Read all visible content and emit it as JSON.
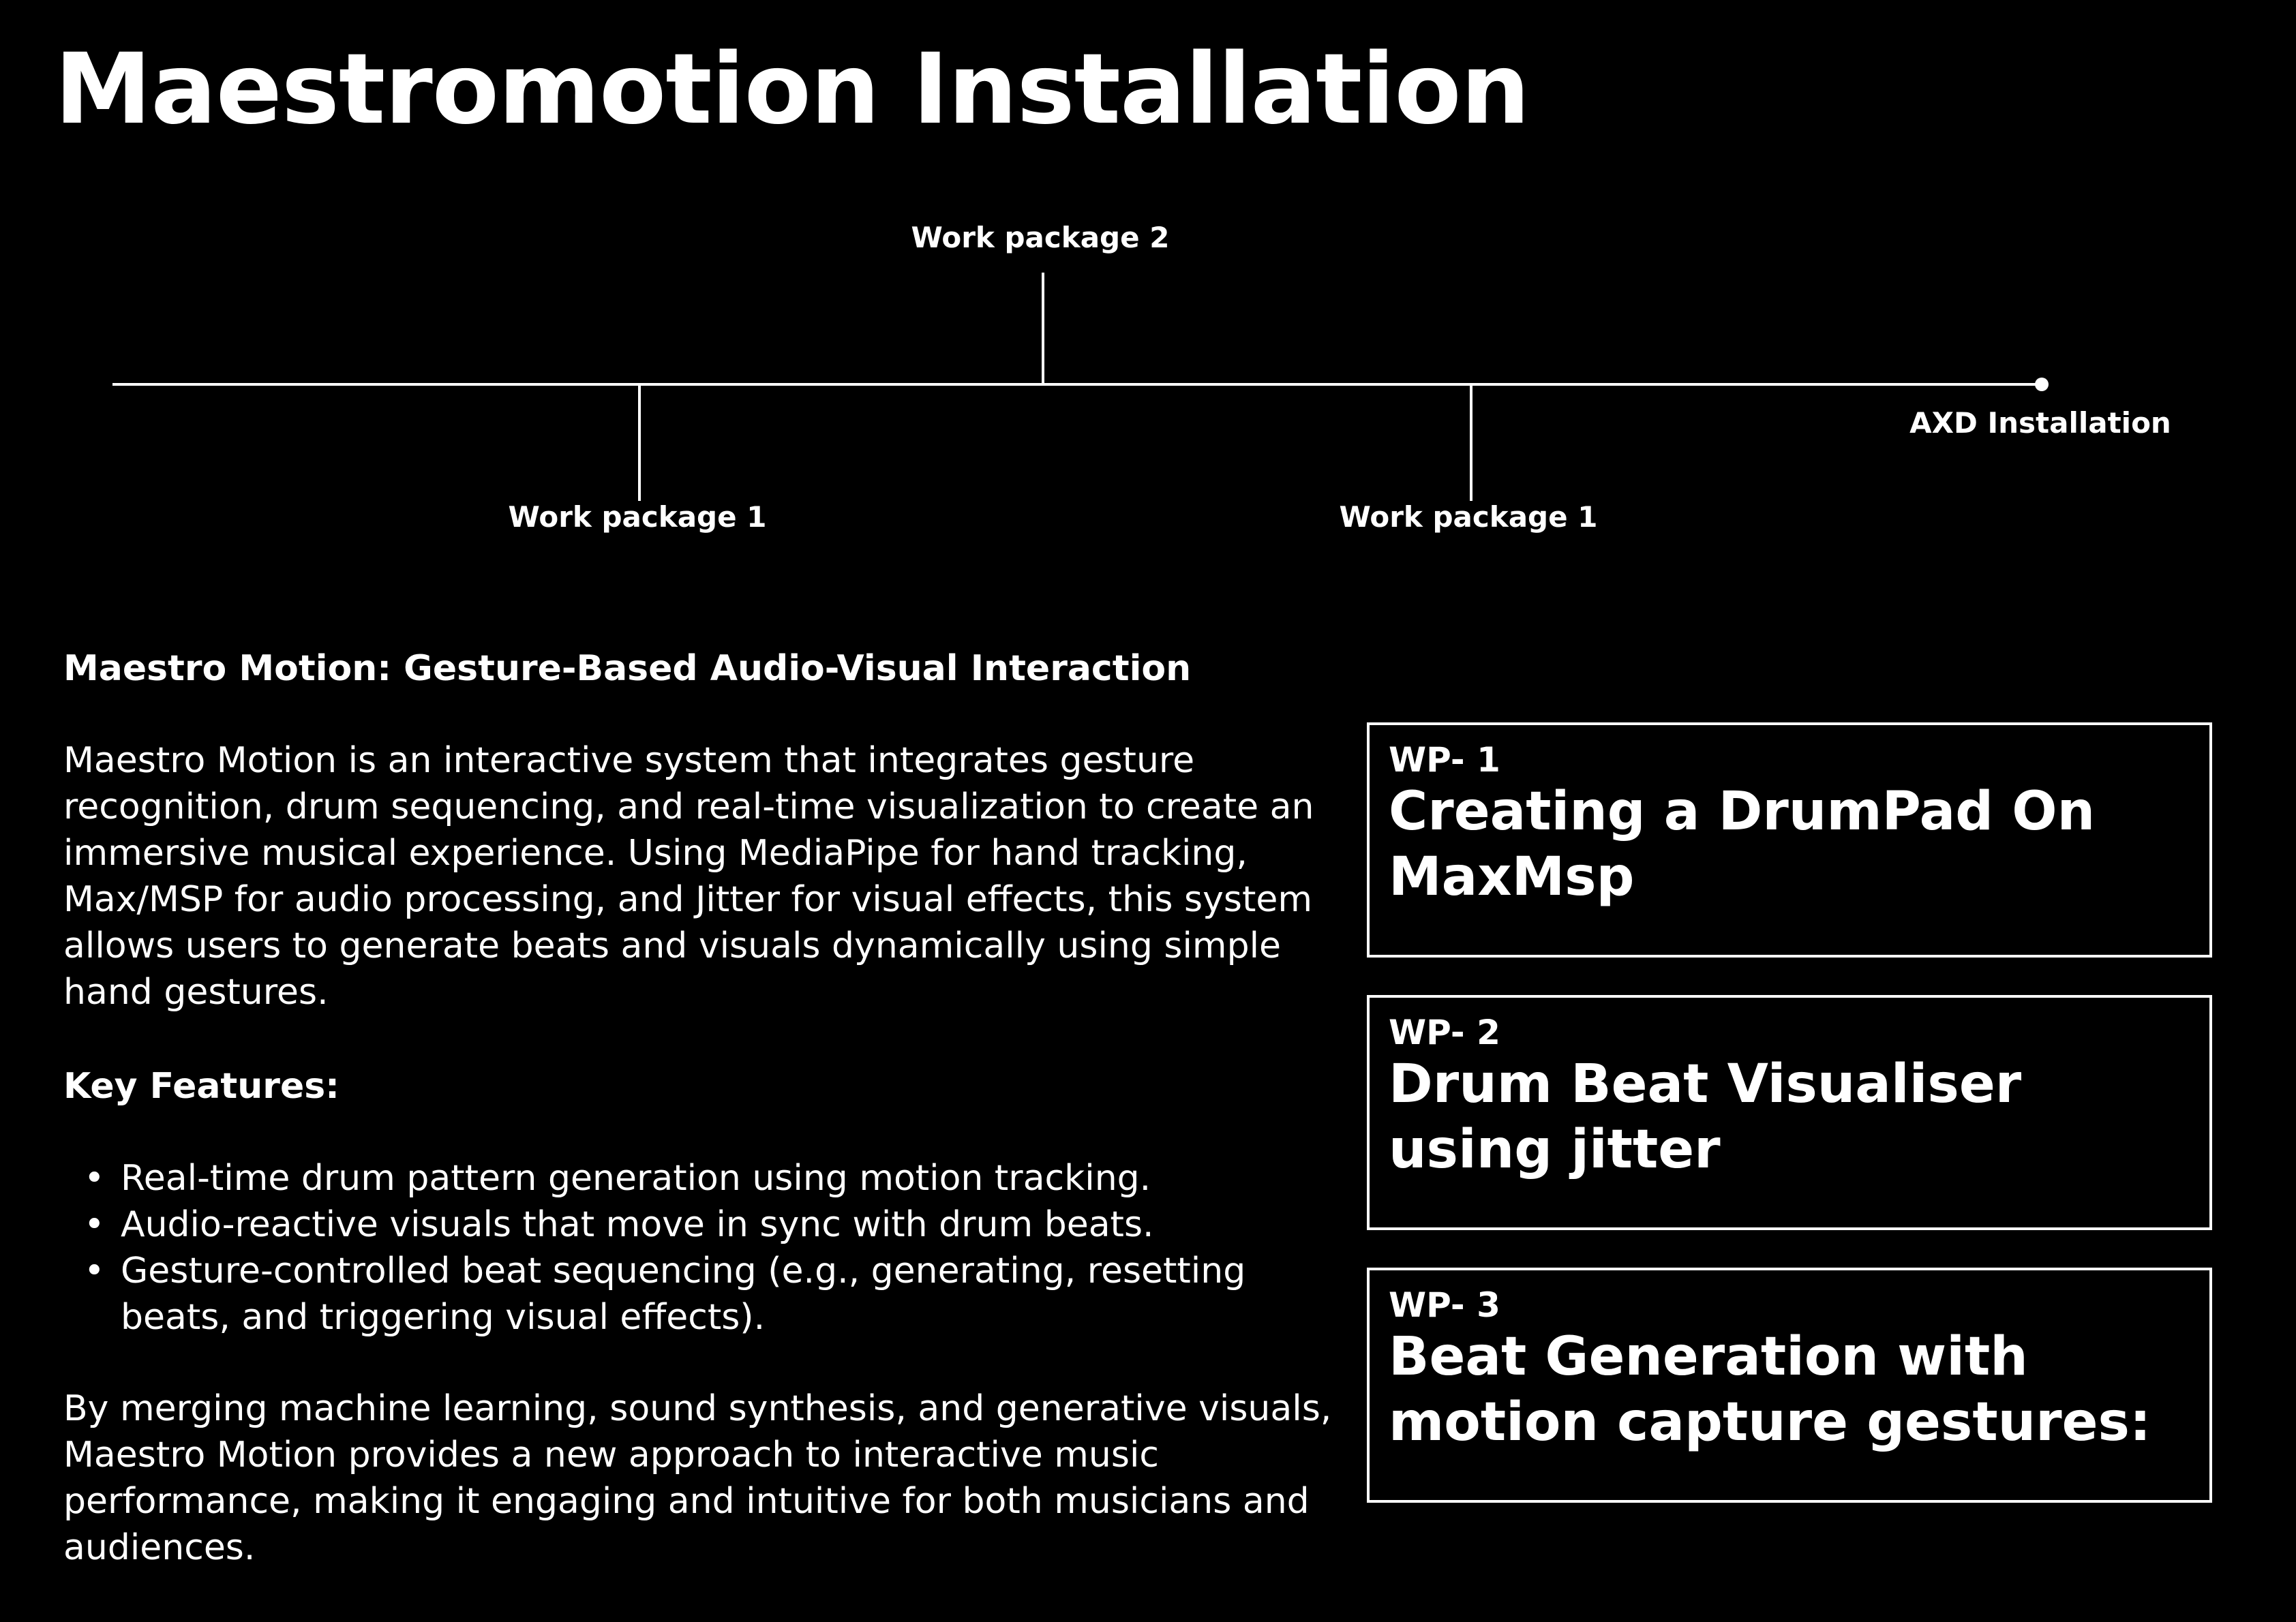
{
  "page": {
    "title": "Maestromotion Installation"
  },
  "timeline": {
    "end_label": "AXD Installation",
    "milestones": [
      {
        "label": "Work package 1",
        "side": "below"
      },
      {
        "label": "Work package 2",
        "side": "above"
      },
      {
        "label": "Work package 1",
        "side": "below"
      }
    ]
  },
  "content": {
    "subheading": "Maestro Motion: Gesture-Based Audio-Visual Interaction",
    "intro": "Maestro Motion is an interactive system that integrates gesture recognition, drum sequencing, and real-time visualization to create an immersive musical experience. Using MediaPipe for hand tracking, Max/MSP for audio processing, and Jitter for visual effects, this system allows users to generate beats and visuals dynamically using simple hand gestures.",
    "features_heading": "Key Features:",
    "bullet": "•",
    "features": [
      "Real-time drum pattern generation using motion tracking.",
      "Audio-reactive visuals that move in sync with drum beats.",
      "Gesture-controlled beat sequencing (e.g., generating, resetting beats, and triggering visual effects)."
    ],
    "closing": "By merging machine learning, sound synthesis, and generative visuals, Maestro Motion provides a new approach to interactive music performance, making it engaging and intuitive for both musicians and audiences."
  },
  "work_packages": [
    {
      "code": "WP- 1",
      "title": "Creating a DrumPad On MaxMsp"
    },
    {
      "code": "WP- 2",
      "title": "Drum Beat Visualiser using jitter"
    },
    {
      "code": "WP- 3",
      "title": "Beat Generation with motion capture gestures:"
    }
  ],
  "colors": {
    "background": "#000000",
    "foreground": "#ffffff"
  }
}
